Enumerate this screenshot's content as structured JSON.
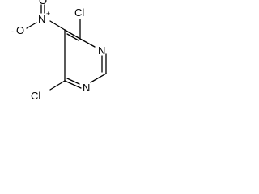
{
  "molecule": {
    "atoms": {
      "cl_top": "Cl",
      "cl_bottom": "Cl",
      "n_ring_top": "N",
      "n_ring_bottom": "N",
      "n_nitro": "N",
      "o_double": "O",
      "o_single": "O"
    },
    "charges": {
      "n_nitro": "+",
      "o_single": "-"
    }
  }
}
